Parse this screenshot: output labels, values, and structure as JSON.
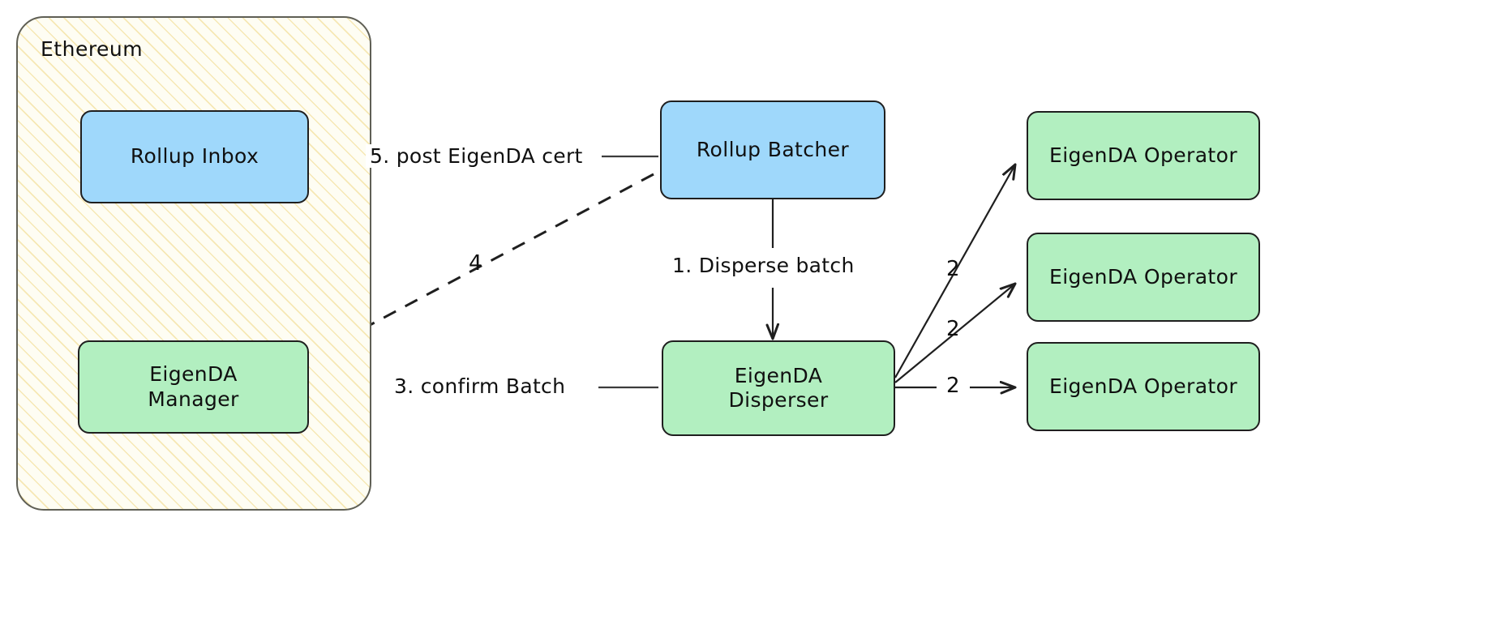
{
  "diagram": {
    "title": "EigenDA rollup data availability flow",
    "type": "flowchart",
    "background": "#ffffff"
  },
  "groups": [
    {
      "id": "ethereum",
      "label": "Ethereum",
      "fill": "#fefdf3",
      "hatch_color": "#e9c756",
      "border_color": "#5f5f55"
    }
  ],
  "nodes": [
    {
      "id": "rollup-inbox",
      "label": "Rollup Inbox",
      "color": "#9fd8fb",
      "group": "ethereum"
    },
    {
      "id": "eigenda-manager",
      "label": "EigenDA\nManager",
      "color": "#b2efc0",
      "group": "ethereum"
    },
    {
      "id": "rollup-batcher",
      "label": "Rollup Batcher",
      "color": "#9fd8fb",
      "group": null
    },
    {
      "id": "eigenda-disperser",
      "label": "EigenDA\nDisperser",
      "color": "#b2efc0",
      "group": null
    },
    {
      "id": "eigenda-operator-1",
      "label": "EigenDA Operator",
      "color": "#b2efc0",
      "group": null
    },
    {
      "id": "eigenda-operator-2",
      "label": "EigenDA Operator",
      "color": "#b2efc0",
      "group": null
    },
    {
      "id": "eigenda-operator-3",
      "label": "EigenDA Operator",
      "color": "#b2efc0",
      "group": null
    }
  ],
  "edges": [
    {
      "id": "edge-1",
      "from": "rollup-batcher",
      "to": "eigenda-disperser",
      "label": "1. Disperse batch",
      "style": "solid"
    },
    {
      "id": "edge-2a",
      "from": "eigenda-disperser",
      "to": "eigenda-operator-1",
      "label": "2",
      "style": "solid"
    },
    {
      "id": "edge-2b",
      "from": "eigenda-disperser",
      "to": "eigenda-operator-2",
      "label": "2",
      "style": "solid"
    },
    {
      "id": "edge-2c",
      "from": "eigenda-disperser",
      "to": "eigenda-operator-3",
      "label": "2",
      "style": "solid"
    },
    {
      "id": "edge-3",
      "from": "eigenda-disperser",
      "to": "eigenda-manager",
      "label": "3. confirm Batch",
      "style": "solid"
    },
    {
      "id": "edge-4",
      "from": "rollup-batcher",
      "to": "eigenda-manager",
      "label": "4",
      "style": "dashed"
    },
    {
      "id": "edge-5",
      "from": "rollup-batcher",
      "to": "rollup-inbox",
      "label": "5. post EigenDA cert",
      "style": "solid"
    }
  ]
}
